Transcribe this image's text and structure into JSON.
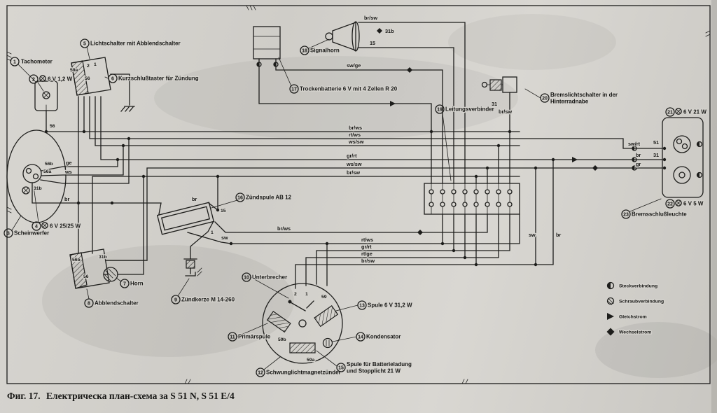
{
  "caption": {
    "figure": "Фиг. 17.",
    "title": "Електрическа план-схема за S 51 N, S 51 E/4"
  },
  "components": {
    "tachometer": {
      "num": "1",
      "label": "Tachometer"
    },
    "tacho_bulb": {
      "num": "2",
      "label": "6 V 1,2 W"
    },
    "headlight": {
      "num": "3",
      "label": "Scheinwerfer"
    },
    "headlight_bulb": {
      "num": "4",
      "label": "6 V 25/25 W"
    },
    "light_switch": {
      "num": "5",
      "label": "Lichtschalter mit Abblendschalter"
    },
    "kill_button": {
      "num": "6",
      "label": "Kurzschlußtaster für Zündung"
    },
    "horn": {
      "num": "7",
      "label": "Horn"
    },
    "dip_switch": {
      "num": "8",
      "label": "Abblendschalter"
    },
    "spark_plug": {
      "num": "9",
      "label": "Zündkerze M 14-260"
    },
    "breaker": {
      "num": "10",
      "label": "Unterbrecher"
    },
    "primary_coil": {
      "num": "11",
      "label": "Primärspule"
    },
    "magneto": {
      "num": "12",
      "label": "Schwunglichtmagnetzünder"
    },
    "light_coil": {
      "num": "13",
      "label": "Spule 6 V 31,2 W"
    },
    "condenser": {
      "num": "14",
      "label": "Kondensator"
    },
    "charge_coil": {
      "num": "15",
      "label_line1": "Spule für Batterieladung",
      "label_line2": "und Stopplicht 21 W"
    },
    "ignition_coil": {
      "num": "16",
      "label": "Zündspule AB 12"
    },
    "battery": {
      "num": "17",
      "label": "Trockenbatterie 6 V mit 4 Zellen R 20"
    },
    "signal_horn": {
      "num": "18",
      "label": "Signalhorn"
    },
    "connector": {
      "num": "19",
      "label": "Leitungsverbinder"
    },
    "brake_switch": {
      "num": "20",
      "label_line1": "Bremslichtschalter in der",
      "label_line2": "Hinterradnabe"
    },
    "tail_bulb_21w": {
      "num": "21",
      "label": "6 V 21 W"
    },
    "tail_bulb_5w": {
      "num": "22",
      "label": "6 V 5 W"
    },
    "tail_light": {
      "num": "23",
      "label": "Bremsschlußleuchte"
    }
  },
  "legend": {
    "steck": "Steckverbindung",
    "schraub": "Schraubverbindung",
    "gleich": "Gleichstrom",
    "wechsel": "Wechselstrom"
  },
  "wire_labels": {
    "brsw_top": "br/sw",
    "v31b": "31b",
    "t15_horn": "15",
    "swge": "sw/ge",
    "brws1": "br/ws",
    "rtws1": "rt/ws",
    "wssw1": "ws/sw",
    "grrt1": "gr/rt",
    "wssw2": "ws/sw",
    "brsw1": "br/sw",
    "brws_mid": "br/ws",
    "rtws2": "rt/ws",
    "grrt2": "gr/rt",
    "rtge": "rt/ge",
    "brsw2": "br/sw",
    "swrt": "sw/rt",
    "br_tail": "br",
    "gr_tail": "gr",
    "t51": "51",
    "t31_tail": "31",
    "sw_mid": "sw",
    "br_mid": "br",
    "t31_brake": "31",
    "brsw_brake": "br/sw",
    "ge_head": "ge",
    "ws_head": "ws",
    "br_head": "br",
    "t56b_head": "56b",
    "t56a_head": "56a",
    "t31b_head": "31b",
    "t56_tacho": "56",
    "t59a_sw": "59a",
    "t2_sw": "2",
    "t1_sw": "1",
    "t56_sw": "56",
    "t56b_dip": "56b",
    "t31b_dip": "31b",
    "t56_dip": "56",
    "t2_fly": "2",
    "t1_fly": "1",
    "t59_fly": "59",
    "t59b_fly": "59b",
    "t59a_fly": "59a",
    "br_coil": "br",
    "t15_coil": "15",
    "t1_coil": "1",
    "sw_coil": "sw"
  },
  "colors": {
    "ink": "#1d1d1b",
    "paper": "#d6d4cf"
  }
}
